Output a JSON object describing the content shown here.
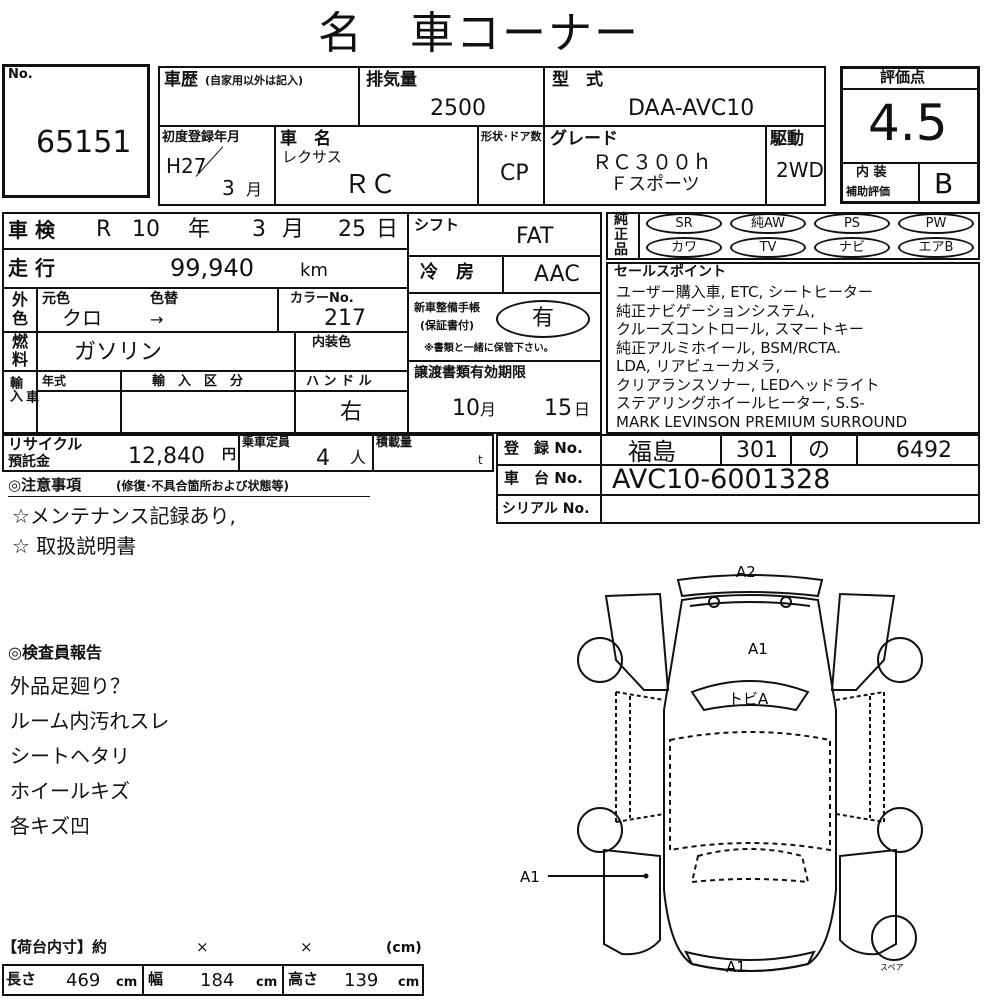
{
  "title": "名　車コーナー",
  "no": {
    "label": "No.",
    "value": "65151"
  },
  "history": {
    "label": "車歴",
    "sub": "(自家用以外は記入)"
  },
  "displacement": {
    "label": "排気量",
    "value": "2500"
  },
  "model": {
    "label": "型　式",
    "value": "DAA-AVC10"
  },
  "first_reg": {
    "label": "初度登録年月",
    "year": "H27",
    "month": "3",
    "unit": "月"
  },
  "car_name": {
    "label": "車　名",
    "maker": "レクサス",
    "value": "ＲＣ"
  },
  "shape": {
    "label": "形状･ドア数",
    "value": "CP"
  },
  "grade": {
    "label": "グレード",
    "line1": "ＲＣ３００ｈ",
    "line2": "Ｆスポーツ"
  },
  "drive": {
    "label": "駆動",
    "value": "2WD"
  },
  "score": {
    "label": "評価点",
    "value": "4.5",
    "interior_label1": "内 装",
    "interior_label2": "補助評価",
    "interior_value": "B"
  },
  "shaken": {
    "label": "車 検",
    "era": "R",
    "year": "10",
    "year_unit": "年",
    "month": "3",
    "month_unit": "月",
    "day": "25",
    "day_unit": "日"
  },
  "mileage": {
    "label": "走 行",
    "value": "99,940",
    "unit": "km"
  },
  "shift": {
    "label": "シフト",
    "value": "FAT"
  },
  "ac": {
    "label": "冷　房",
    "value": "AAC"
  },
  "color": {
    "side1": "外",
    "side2": "色",
    "orig_label": "元色",
    "change_label": "色替",
    "orig": "クロ",
    "arrow": "→",
    "code_label": "カラーNo.",
    "code": "217",
    "interior_label": "内装色"
  },
  "fuel": {
    "side1": "燃",
    "side2": "料",
    "value": "ガソリン"
  },
  "maintenance": {
    "label1": "新車整備手帳",
    "label2": "(保証書付)",
    "value": "有",
    "note": "※書類と一緒に保管下さい。"
  },
  "import": {
    "side1": "輸入",
    "side2": "車",
    "year_label": "年式",
    "class_label": "輸　入　区　分",
    "handle_label": "ハ ン ド ル",
    "handle": "右"
  },
  "doc_expiry": {
    "label": "譲渡書類有効期限",
    "month": "10",
    "month_unit": "月",
    "day": "15",
    "day_unit": "日"
  },
  "equipment": {
    "side1": "純",
    "side2": "正",
    "side3": "品",
    "items": [
      "SR",
      "純AW",
      "PS",
      "PW",
      "カワ",
      "TV",
      "ナビ",
      "エアB"
    ]
  },
  "sales_points": {
    "label": "セールスポイント",
    "lines": [
      "ユーザー購入車, ETC, シートヒーター",
      "純正ナビゲーションシステム,",
      "クルーズコントロール, スマートキー",
      "純正アルミホイール, BSM/RCTA.",
      "LDA, リアビューカメラ,",
      "クリアランスソナー, LEDヘッドライト",
      "ステアリングホイールヒーター, S.S-",
      "MARK LEVINSON PREMIUM SURROUND"
    ]
  },
  "recycle": {
    "label1": "リサイクル",
    "label2": "預託金",
    "value": "12,840",
    "unit": "円"
  },
  "capacity": {
    "label": "乗車定員",
    "value": "4",
    "unit": "人"
  },
  "load": {
    "label": "積載量",
    "unit": "t"
  },
  "registration": {
    "label": "登　録 No.",
    "region": "福島",
    "class": "301",
    "kana": "の",
    "number": "6492"
  },
  "chassis": {
    "label": "車　台 No.",
    "value": "AVC10-6001328"
  },
  "serial": {
    "label": "シリアル No."
  },
  "notes": {
    "label": "◎注意事項",
    "sub": "(修復･不具合箇所および状態等)",
    "lines": [
      "☆メンテナンス記録あり,",
      "☆ 取扱説明書"
    ]
  },
  "inspector": {
    "label": "◎検査員報告",
    "lines": [
      "外品足廻り？",
      "ルーム内汚れスレ",
      "シートヘタリ",
      "ホイールキズ",
      "各キズ凹"
    ]
  },
  "diagram": {
    "marks": [
      "A2",
      "A1",
      "トビA",
      "A1",
      "A1"
    ],
    "spare": "スペア"
  },
  "cargo": {
    "label": "【荷台内寸】約",
    "x1": "×",
    "x2": "×",
    "unit": "(cm)",
    "length_label": "長さ",
    "length": "469",
    "width_label": "幅",
    "width": "184",
    "height_label": "高さ",
    "height": "139",
    "cm": "cm"
  }
}
